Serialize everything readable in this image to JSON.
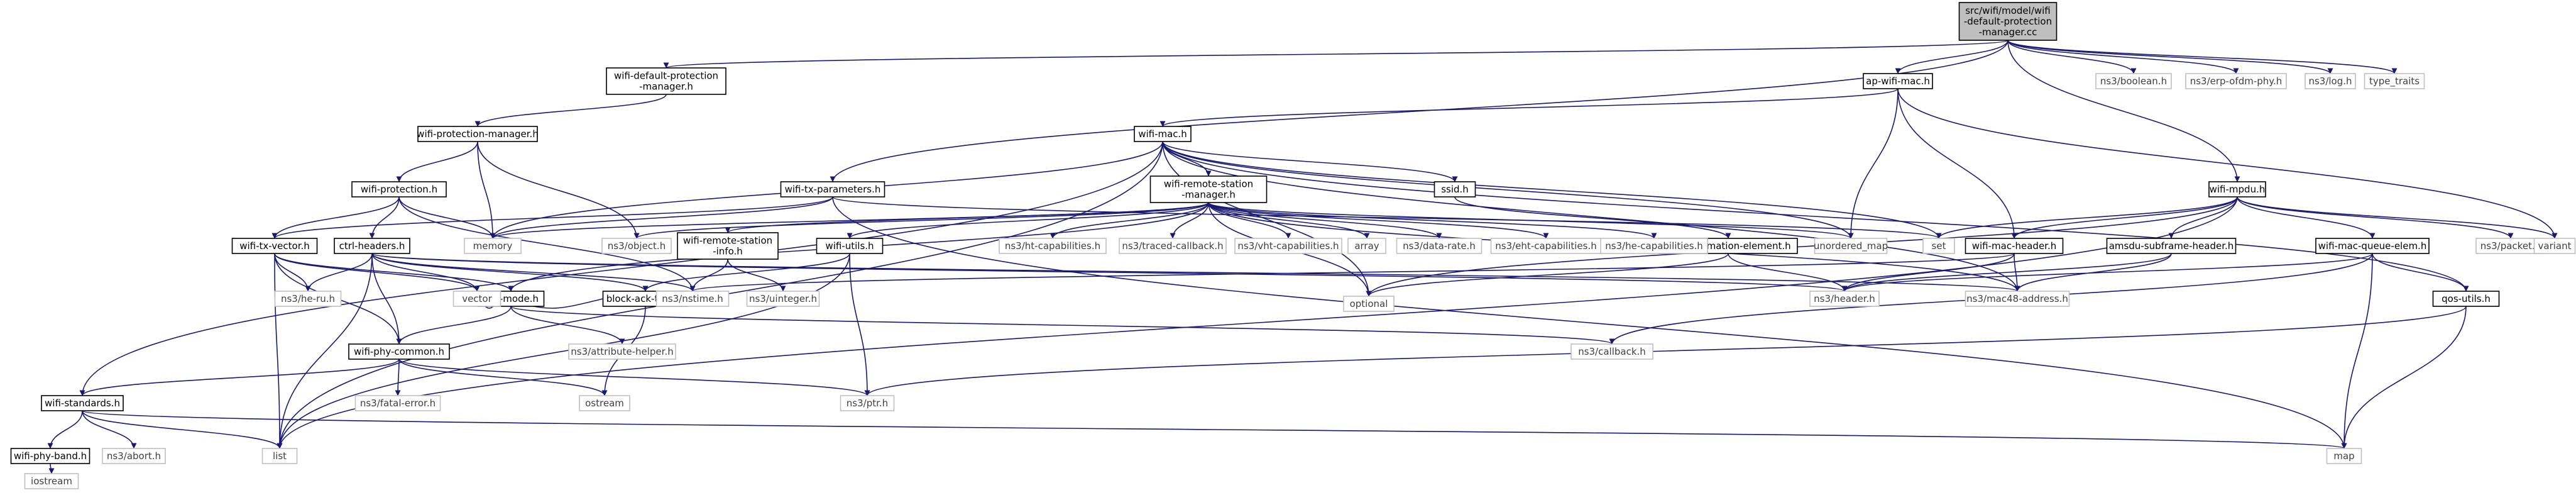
{
  "colors": {
    "edge": "#191970",
    "node_border": "#000000",
    "external_border": "#bfbfbf",
    "external_text": "#404040",
    "root_fill": "#bfbfbf",
    "node_fill": "#ffffff",
    "text": "#000000"
  },
  "nodes": [
    {
      "id": "root",
      "label": "src/wifi/model/wifi\n-default-protection\n-manager.cc",
      "kind": "root"
    },
    {
      "id": "wdpm_h",
      "label": "wifi-default-protection\n-manager.h",
      "kind": "local"
    },
    {
      "id": "wpm_h",
      "label": "wifi-protection-manager.h",
      "kind": "local"
    },
    {
      "id": "ap_wifi_mac",
      "label": "ap-wifi-mac.h",
      "kind": "local"
    },
    {
      "id": "wifi_mac",
      "label": "wifi-mac.h",
      "kind": "local"
    },
    {
      "id": "wifi_mpdu",
      "label": "wifi-mpdu.h",
      "kind": "local"
    },
    {
      "id": "wifi_protection",
      "label": "wifi-protection.h",
      "kind": "local"
    },
    {
      "id": "wifi_tx_params",
      "label": "wifi-tx-parameters.h",
      "kind": "local"
    },
    {
      "id": "wrsm",
      "label": "wifi-remote-station\n-manager.h",
      "kind": "local"
    },
    {
      "id": "ssid",
      "label": "ssid.h",
      "kind": "local"
    },
    {
      "id": "wifi_tx_vector",
      "label": "wifi-tx-vector.h",
      "kind": "local"
    },
    {
      "id": "ctrl_headers",
      "label": "ctrl-headers.h",
      "kind": "local"
    },
    {
      "id": "wrsi",
      "label": "wifi-remote-station\n-info.h",
      "kind": "local"
    },
    {
      "id": "wifi_utils",
      "label": "wifi-utils.h",
      "kind": "local"
    },
    {
      "id": "wie",
      "label": "wifi-information-element.h",
      "kind": "local"
    },
    {
      "id": "wifi_mac_header",
      "label": "wifi-mac-header.h",
      "kind": "local"
    },
    {
      "id": "amsdu",
      "label": "amsdu-subframe-header.h",
      "kind": "local"
    },
    {
      "id": "wmqe",
      "label": "wifi-mac-queue-elem.h",
      "kind": "local"
    },
    {
      "id": "wifi_mode",
      "label": "wifi-mode.h",
      "kind": "local"
    },
    {
      "id": "block_ack_type",
      "label": "block-ack-type.h",
      "kind": "local"
    },
    {
      "id": "qos_utils",
      "label": "qos-utils.h",
      "kind": "local"
    },
    {
      "id": "wifi_phy_common",
      "label": "wifi-phy-common.h",
      "kind": "local"
    },
    {
      "id": "wifi_standards",
      "label": "wifi-standards.h",
      "kind": "local"
    },
    {
      "id": "wifi_phy_band",
      "label": "wifi-phy-band.h",
      "kind": "local"
    },
    {
      "id": "boolean",
      "label": "ns3/boolean.h",
      "kind": "external"
    },
    {
      "id": "erp_ofdm",
      "label": "ns3/erp-ofdm-phy.h",
      "kind": "external"
    },
    {
      "id": "log",
      "label": "ns3/log.h",
      "kind": "external"
    },
    {
      "id": "type_traits",
      "label": "type_traits",
      "kind": "external"
    },
    {
      "id": "memory",
      "label": "memory",
      "kind": "external"
    },
    {
      "id": "object",
      "label": "ns3/object.h",
      "kind": "external"
    },
    {
      "id": "ht_cap",
      "label": "ns3/ht-capabilities.h",
      "kind": "external"
    },
    {
      "id": "traced_cb",
      "label": "ns3/traced-callback.h",
      "kind": "external"
    },
    {
      "id": "vht_cap",
      "label": "ns3/vht-capabilities.h",
      "kind": "external"
    },
    {
      "id": "array",
      "label": "array",
      "kind": "external"
    },
    {
      "id": "data_rate",
      "label": "ns3/data-rate.h",
      "kind": "external"
    },
    {
      "id": "eht_cap",
      "label": "ns3/eht-capabilities.h",
      "kind": "external"
    },
    {
      "id": "he_cap",
      "label": "ns3/he-capabilities.h",
      "kind": "external"
    },
    {
      "id": "unordered_map",
      "label": "unordered_map",
      "kind": "external"
    },
    {
      "id": "set",
      "label": "set",
      "kind": "external"
    },
    {
      "id": "packet",
      "label": "ns3/packet.h",
      "kind": "external"
    },
    {
      "id": "variant",
      "label": "variant",
      "kind": "external"
    },
    {
      "id": "he_ru",
      "label": "ns3/he-ru.h",
      "kind": "external"
    },
    {
      "id": "nstime",
      "label": "ns3/nstime.h",
      "kind": "external"
    },
    {
      "id": "uinteger",
      "label": "ns3/uinteger.h",
      "kind": "external"
    },
    {
      "id": "optional",
      "label": "optional",
      "kind": "external"
    },
    {
      "id": "header",
      "label": "ns3/header.h",
      "kind": "external"
    },
    {
      "id": "mac48",
      "label": "ns3/mac48-address.h",
      "kind": "external"
    },
    {
      "id": "vector",
      "label": "vector",
      "kind": "external"
    },
    {
      "id": "attr_helper",
      "label": "ns3/attribute-helper.h",
      "kind": "external"
    },
    {
      "id": "callback",
      "label": "ns3/callback.h",
      "kind": "external"
    },
    {
      "id": "fatal_error",
      "label": "ns3/fatal-error.h",
      "kind": "external"
    },
    {
      "id": "ostream",
      "label": "ostream",
      "kind": "external"
    },
    {
      "id": "ptr",
      "label": "ns3/ptr.h",
      "kind": "external"
    },
    {
      "id": "abort",
      "label": "ns3/abort.h",
      "kind": "external"
    },
    {
      "id": "list",
      "label": "list",
      "kind": "external"
    },
    {
      "id": "map",
      "label": "map",
      "kind": "external"
    },
    {
      "id": "iostream",
      "label": "iostream",
      "kind": "external"
    }
  ],
  "edges": [
    [
      "root",
      "wdpm_h"
    ],
    [
      "root",
      "ap_wifi_mac"
    ],
    [
      "root",
      "wifi_mpdu"
    ],
    [
      "root",
      "wifi_tx_params"
    ],
    [
      "root",
      "boolean"
    ],
    [
      "root",
      "erp_ofdm"
    ],
    [
      "root",
      "log"
    ],
    [
      "root",
      "type_traits"
    ],
    [
      "wdpm_h",
      "wpm_h"
    ],
    [
      "wpm_h",
      "wifi_protection"
    ],
    [
      "wpm_h",
      "memory"
    ],
    [
      "wpm_h",
      "object"
    ],
    [
      "ap_wifi_mac",
      "wifi_mac"
    ],
    [
      "ap_wifi_mac",
      "wifi_mac_header"
    ],
    [
      "ap_wifi_mac",
      "unordered_map"
    ],
    [
      "ap_wifi_mac",
      "variant"
    ],
    [
      "wifi_mac",
      "wrsm"
    ],
    [
      "wifi_mac",
      "ssid"
    ],
    [
      "wifi_mac",
      "wifi_standards"
    ],
    [
      "wifi_mac",
      "qos_utils"
    ],
    [
      "wifi_mac",
      "list"
    ],
    [
      "wifi_mac",
      "memory"
    ],
    [
      "wifi_mac",
      "set"
    ],
    [
      "wifi_mac",
      "unordered_map"
    ],
    [
      "wifi_mac",
      "optional"
    ],
    [
      "wifi_mac",
      "mac48"
    ],
    [
      "wifi_mpdu",
      "wifi_mac_header"
    ],
    [
      "wifi_mpdu",
      "amsdu"
    ],
    [
      "wifi_mpdu",
      "wmqe"
    ],
    [
      "wifi_mpdu",
      "packet"
    ],
    [
      "wifi_mpdu",
      "variant"
    ],
    [
      "wifi_mpdu",
      "set"
    ],
    [
      "wifi_mpdu",
      "list"
    ],
    [
      "wifi_mpdu",
      "optional"
    ],
    [
      "wifi_protection",
      "wifi_tx_vector"
    ],
    [
      "wifi_protection",
      "ctrl_headers"
    ],
    [
      "wifi_protection",
      "memory"
    ],
    [
      "wifi_protection",
      "nstime"
    ],
    [
      "wifi_tx_params",
      "wifi_tx_vector"
    ],
    [
      "wifi_tx_params",
      "memory"
    ],
    [
      "wifi_tx_params",
      "map"
    ],
    [
      "wifi_tx_params",
      "set"
    ],
    [
      "wrsm",
      "wrsi"
    ],
    [
      "wrsm",
      "wifi_utils"
    ],
    [
      "wrsm",
      "wifi_mode"
    ],
    [
      "wrsm",
      "ht_cap"
    ],
    [
      "wrsm",
      "traced_cb"
    ],
    [
      "wrsm",
      "vht_cap"
    ],
    [
      "wrsm",
      "array"
    ],
    [
      "wrsm",
      "data_rate"
    ],
    [
      "wrsm",
      "eht_cap"
    ],
    [
      "wrsm",
      "he_cap"
    ],
    [
      "wrsm",
      "unordered_map"
    ],
    [
      "wrsm",
      "memory"
    ],
    [
      "wrsm",
      "object"
    ],
    [
      "wrsm",
      "optional"
    ],
    [
      "wrsm",
      "mac48"
    ],
    [
      "ssid",
      "wie"
    ],
    [
      "wifi_tx_vector",
      "wifi_mode"
    ],
    [
      "wifi_tx_vector",
      "wifi_phy_common"
    ],
    [
      "wifi_tx_vector",
      "he_ru"
    ],
    [
      "wifi_tx_vector",
      "list"
    ],
    [
      "wifi_tx_vector",
      "vector"
    ],
    [
      "ctrl_headers",
      "block_ack_type"
    ],
    [
      "ctrl_headers",
      "wifi_phy_common"
    ],
    [
      "ctrl_headers",
      "he_ru"
    ],
    [
      "ctrl_headers",
      "header"
    ],
    [
      "ctrl_headers",
      "mac48"
    ],
    [
      "ctrl_headers",
      "nstime"
    ],
    [
      "ctrl_headers",
      "list"
    ],
    [
      "ctrl_headers",
      "vector"
    ],
    [
      "wrsi",
      "nstime"
    ],
    [
      "wrsi",
      "uinteger"
    ],
    [
      "wifi_utils",
      "block_ack_type"
    ],
    [
      "wifi_utils",
      "ptr"
    ],
    [
      "wifi_utils",
      "list"
    ],
    [
      "wie",
      "header"
    ],
    [
      "wie",
      "optional"
    ],
    [
      "wifi_mac_header",
      "header"
    ],
    [
      "wifi_mac_header",
      "mac48"
    ],
    [
      "wifi_mac_header",
      "nstime"
    ],
    [
      "amsdu",
      "header"
    ],
    [
      "amsdu",
      "mac48"
    ],
    [
      "wmqe",
      "qos_utils"
    ],
    [
      "wmqe",
      "map"
    ],
    [
      "wmqe",
      "callback"
    ],
    [
      "wmqe",
      "header"
    ],
    [
      "wifi_mode",
      "wifi_phy_common"
    ],
    [
      "wifi_mode",
      "attr_helper"
    ],
    [
      "wifi_mode",
      "callback"
    ],
    [
      "wifi_mode",
      "vector"
    ],
    [
      "block_ack_type",
      "ostream"
    ],
    [
      "block_ack_type",
      "vector"
    ],
    [
      "qos_utils",
      "ptr"
    ],
    [
      "qos_utils",
      "map"
    ],
    [
      "wifi_phy_common",
      "wifi_standards"
    ],
    [
      "wifi_phy_common",
      "fatal_error"
    ],
    [
      "wifi_phy_common",
      "ostream"
    ],
    [
      "wifi_phy_common",
      "ptr"
    ],
    [
      "wifi_standards",
      "wifi_phy_band"
    ],
    [
      "wifi_standards",
      "abort"
    ],
    [
      "wifi_standards",
      "list"
    ],
    [
      "wifi_standards",
      "map"
    ],
    [
      "wifi_phy_band",
      "iostream"
    ]
  ]
}
